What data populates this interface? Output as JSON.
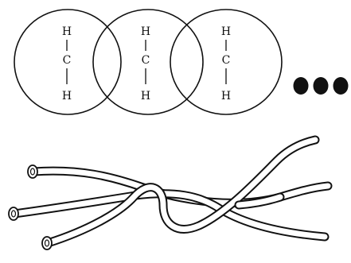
{
  "diagram": {
    "units": [
      {
        "top_atom": "H",
        "center_atom": "C",
        "bottom_atom": "H"
      },
      {
        "top_atom": "H",
        "center_atom": "C",
        "bottom_atom": "H"
      },
      {
        "top_atom": "H",
        "center_atom": "C",
        "bottom_atom": "H"
      }
    ],
    "continuation_dots": 3,
    "strand_count": 3
  }
}
